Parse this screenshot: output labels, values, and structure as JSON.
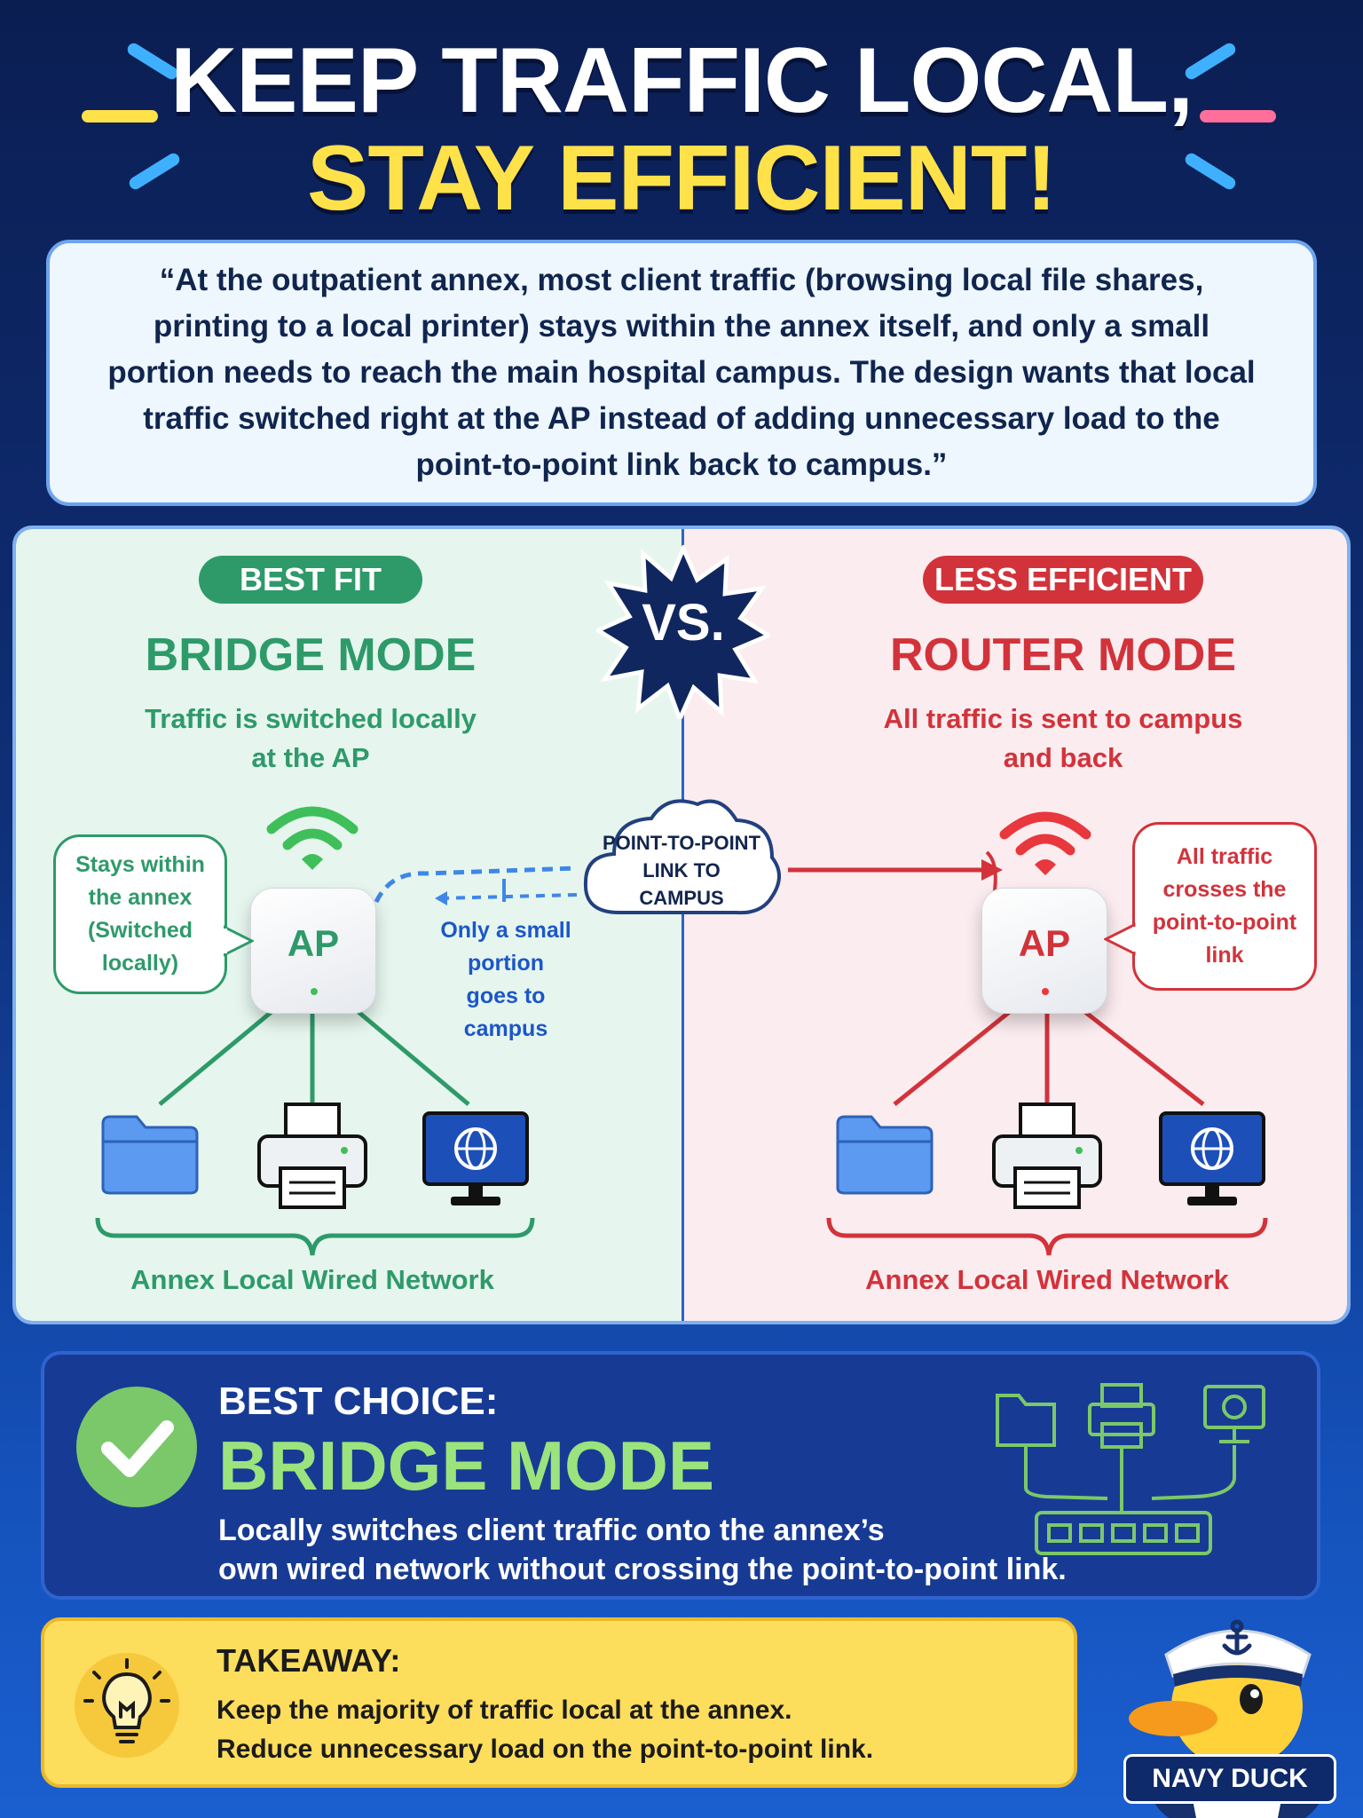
{
  "header": {
    "title_line1": "KEEP TRAFFIC LOCAL,",
    "title_line2": "STAY EFFICIENT!"
  },
  "quote": "“At the outpatient annex, most client traffic (browsing local file shares, printing to a local printer) stays within the annex itself, and only a small portion needs to reach the main hospital campus. The design wants that local traffic switched right at the AP instead of adding unnecessary load to the point-to-point link back to campus.”",
  "vs_label": "VS.",
  "left": {
    "badge": "BEST FIT",
    "mode": "BRIDGE MODE",
    "subtitle_line1": "Traffic is switched locally",
    "subtitle_line2": "at the AP",
    "ap_label": "AP",
    "bubble": [
      "Stays within",
      "the annex",
      "(Switched",
      "locally)"
    ],
    "side_note": [
      "Only a small",
      "portion",
      "goes to",
      "campus"
    ],
    "network_label": "Annex Local Wired Network"
  },
  "center": {
    "cloud_label": [
      "POINT-TO-POINT",
      "LINK TO",
      "CAMPUS"
    ]
  },
  "right": {
    "badge": "LESS EFFICIENT",
    "mode": "ROUTER MODE",
    "subtitle_line1": "All traffic is sent to campus",
    "subtitle_line2": "and back",
    "ap_label": "AP",
    "bubble": [
      "All traffic",
      "crosses the",
      "point-to-point",
      "link"
    ],
    "network_label": "Annex Local Wired Network"
  },
  "best_choice": {
    "heading": "BEST CHOICE:",
    "mode": "BRIDGE MODE",
    "description_line1": "Locally switches client traffic onto the annex’s",
    "description_line2": "own wired network without crossing the point-to-point link."
  },
  "takeaway": {
    "heading": "TAKEAWAY:",
    "line1": "Keep the majority of traffic local at the annex.",
    "line2": "Reduce unnecessary load on the point-to-point link."
  },
  "mascot": {
    "label": "NAVY DUCK"
  },
  "colors": {
    "green": "#2e9a6a",
    "red": "#d2333b",
    "blue_link": "#3f86e8",
    "title_yellow": "#ffe14a"
  },
  "icons": [
    "wifi-icon",
    "folder-icon",
    "printer-icon",
    "globe-monitor-icon",
    "check-icon",
    "lightbulb-icon",
    "switch-icon",
    "anchor-icon"
  ]
}
